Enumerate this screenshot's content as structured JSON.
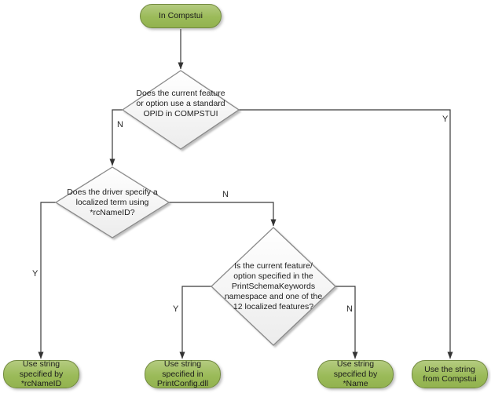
{
  "diagram": {
    "start": {
      "label": "In Compstui"
    },
    "decisions": {
      "d1": {
        "label": "Does the current feature or option use a standard OPID in COMPSTUI"
      },
      "d2": {
        "label": "Does the driver specify a localized term using *rcNameID?"
      },
      "d3": {
        "label": "Is the current feature/ option specified in the PrintSchemaKeywords namespace and one of the 12 localized features?"
      }
    },
    "terminals": {
      "rcnameid": {
        "label": "Use string specified by *rcNameID"
      },
      "printconfig": {
        "label": "Use string specified in PrintConfig.dll"
      },
      "name": {
        "label": "Use string specified by *Name"
      },
      "compstui": {
        "label": "Use the string from Compstui"
      }
    },
    "edge_labels": {
      "d1_no": "N",
      "d1_yes": "Y",
      "d2_yes": "Y",
      "d2_no": "N",
      "d3_yes": "Y",
      "d3_no": "N"
    },
    "colors": {
      "terminal_fill": "#9bbb59",
      "terminal_border": "#71893f",
      "decision_fill": "#ffffff",
      "decision_border": "#8a8a8a",
      "connector": "#3a3a3a"
    }
  }
}
